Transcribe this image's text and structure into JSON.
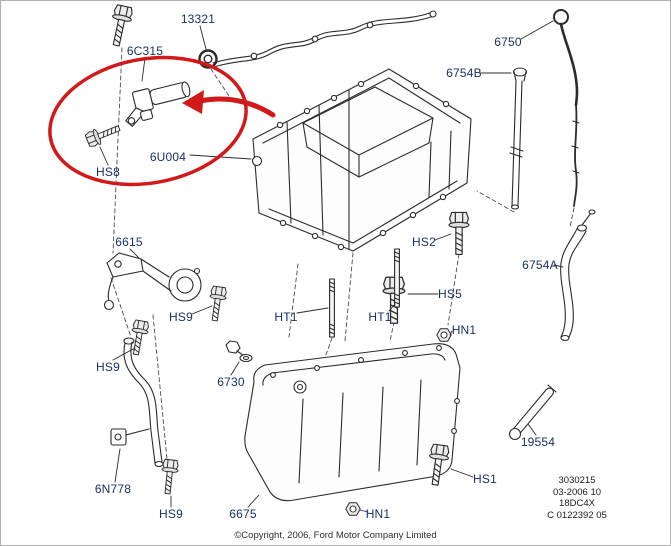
{
  "diagram": {
    "highlight": {
      "circled_labels": [
        "6C315",
        "6U004",
        "HS8"
      ]
    },
    "colors": {
      "highlight": "#d11919",
      "label_text": "#1a2f66",
      "line_art": "#2b2b2b",
      "background": "#ffffff"
    }
  },
  "labels": {
    "p13321": "13321",
    "p6c315": "6C315",
    "p6750": "6750",
    "p6754b": "6754B",
    "p6u004": "6U004",
    "hs8": "HS8",
    "p6615": "6615",
    "hs2": "HS2",
    "p6754a": "6754A",
    "hs5": "HS5",
    "hs9_a": "HS9",
    "ht1_a": "HT1",
    "ht1_b": "HT1",
    "hn1_a": "HN1",
    "hs9_b": "HS9",
    "p6730": "6730",
    "p6n778": "6N778",
    "hs9_c": "HS9",
    "p6675": "6675",
    "hn1_b": "HN1",
    "hs1": "HS1",
    "p19554": "19554"
  },
  "footer": {
    "doc_number": "3030215",
    "doc_date": "03-2006 10",
    "doc_code": "18DC4X",
    "doc_ref": "C 0122392 05",
    "copyright": "©Copyright, 2006, Ford Motor Company Limited"
  }
}
